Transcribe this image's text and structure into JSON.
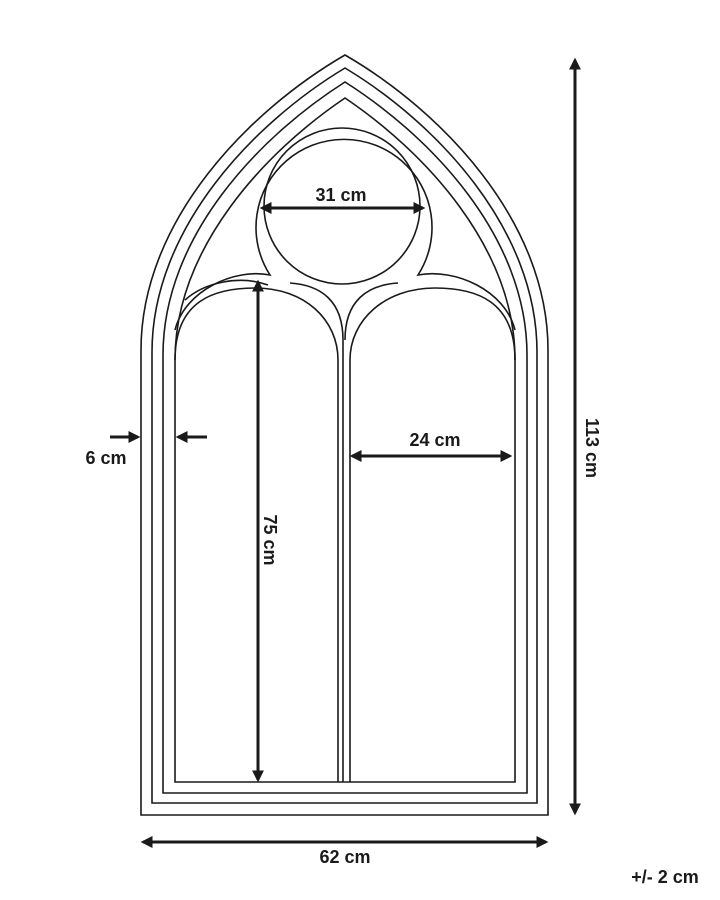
{
  "diagram": {
    "title": "Gothic arch window mirror dimensions",
    "dimensions": {
      "circle_width": "31 cm",
      "arch_width": "24 cm",
      "arch_height": "75 cm",
      "total_height": "113 cm",
      "total_width": "62 cm",
      "frame_width": "6 cm"
    },
    "tolerance": "+/- 2 cm",
    "colors": {
      "line": "#1a1a1a",
      "background": "#ffffff"
    }
  }
}
